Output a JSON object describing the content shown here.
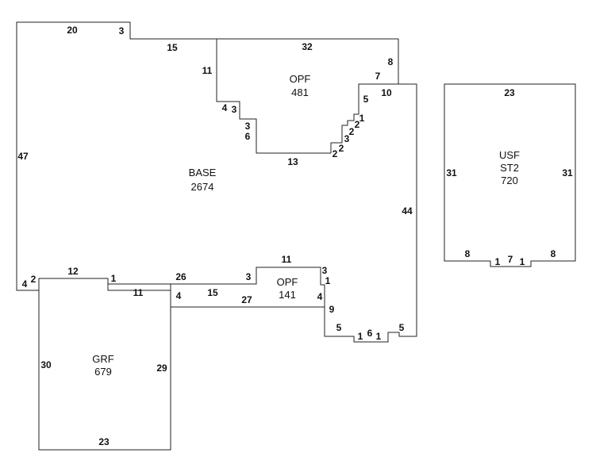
{
  "areas": {
    "base": {
      "code": "BASE",
      "sqft": "2674"
    },
    "opf_top": {
      "code": "OPF",
      "sqft": "481"
    },
    "opf_bottom": {
      "code": "OPF",
      "sqft": "141"
    },
    "grf": {
      "code": "GRF",
      "sqft": "679"
    },
    "usf": {
      "code": "USF",
      "subcode": "ST2",
      "sqft": "720"
    }
  },
  "dimensions": {
    "base": [
      "20",
      "3",
      "15",
      "47",
      "4",
      "2",
      "12",
      "1",
      "11",
      "26",
      "3",
      "4",
      "15",
      "27",
      "44",
      "10",
      "5",
      "1",
      "6",
      "1",
      "5",
      "9",
      "4",
      "1",
      "3",
      "11"
    ],
    "opf_top": [
      "32",
      "8",
      "7",
      "11",
      "4",
      "3",
      "3",
      "6",
      "13",
      "2",
      "2",
      "3",
      "2",
      "2",
      "1",
      "5"
    ],
    "grf": [
      "30",
      "29",
      "23"
    ],
    "usf": [
      "23",
      "31",
      "31",
      "8",
      "1",
      "7",
      "1",
      "8"
    ]
  }
}
